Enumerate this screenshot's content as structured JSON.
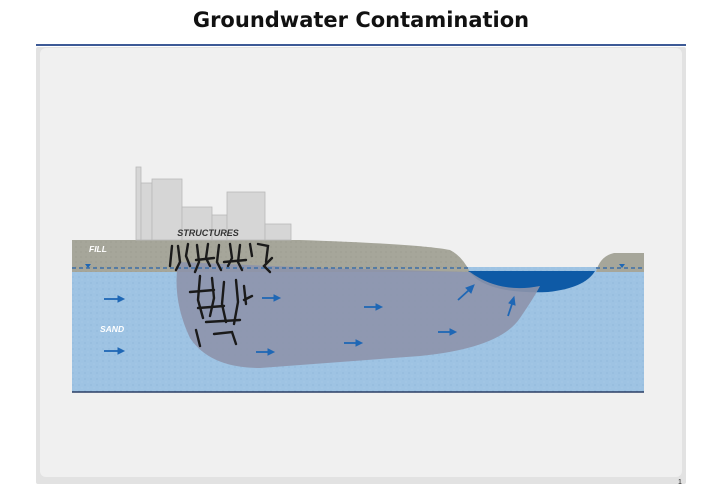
{
  "title": "Groundwater Contamination",
  "labels": {
    "structures": "STRUCTURES",
    "fill": "FILL",
    "sand": "SAND"
  },
  "page_number": "1",
  "colors": {
    "title_rule": "#3d5a96",
    "sand": "#9ec3e3",
    "fill": "#a6a69a",
    "plume": "#8d94ab",
    "pond": "#0e5aa6",
    "buildings": "#d6d6d6",
    "arrow": "#1f67b5"
  },
  "icons": [
    "flow-arrow-icon",
    "water-table-marker-icon"
  ]
}
